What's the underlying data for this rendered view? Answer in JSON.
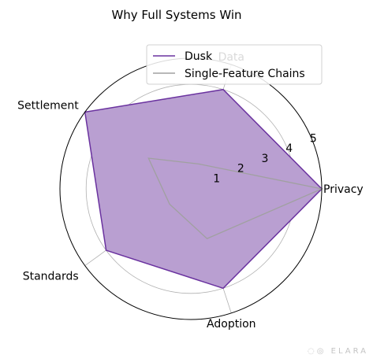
{
  "chart_data": {
    "type": "radar",
    "title": "Why Full Systems Win",
    "axes": [
      "Privacy",
      "Data",
      "Settlement",
      "Standards",
      "Adoption"
    ],
    "rlim": [
      0,
      5
    ],
    "r_ticks": [
      "1",
      "2",
      "3",
      "4",
      "5"
    ],
    "grid": true,
    "legend_position": "top-right",
    "series": [
      {
        "name": "Dusk",
        "values": [
          5,
          4,
          5,
          4,
          4
        ],
        "color": "#6a329f",
        "fill": "#b99fd1"
      },
      {
        "name": "Single-Feature Chains",
        "values": [
          5,
          1,
          2,
          1,
          2
        ],
        "color": "#a0a0a0",
        "fill": "none"
      }
    ]
  },
  "watermark": "ELARA"
}
